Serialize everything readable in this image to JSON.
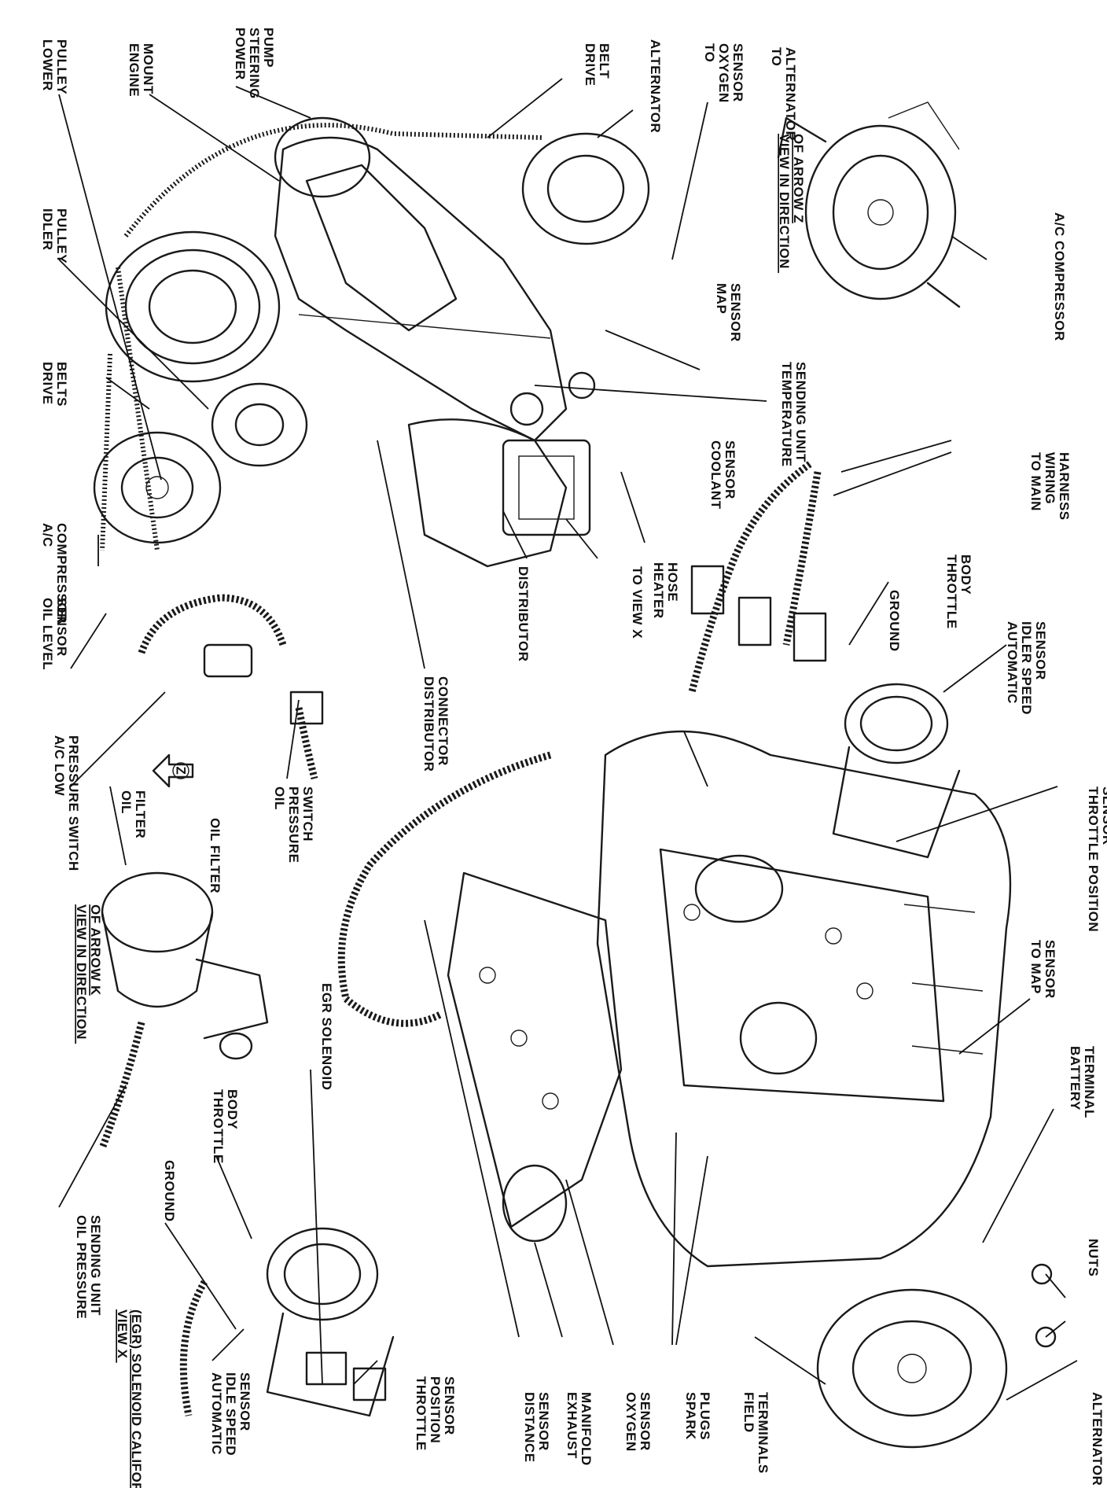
{
  "labels": {
    "power_steering_pump": [
      "POWER",
      "STEERING",
      "PUMP"
    ],
    "engine_mount": [
      "ENGINE",
      "MOUNT"
    ],
    "lower_pulley": [
      "LOWER",
      "PULLEY"
    ],
    "idler_pulley": [
      "IDLER",
      "PULLEY"
    ],
    "drive_belt": [
      "DRIVE",
      "BELT"
    ],
    "to_oxygen_sensor": [
      "TO",
      "OXYGEN",
      "SENSOR"
    ],
    "alternator_top": [
      "ALTERNATOR"
    ],
    "to_alternator": [
      "TO",
      "ALTERNATOR"
    ],
    "view_arrow_z": [
      "VIEW IN DIRECTION",
      "OF ARROW Z"
    ],
    "ac_compressor_top": [
      "A/C COMPRESSOR"
    ],
    "map_sensor": [
      "MAP",
      "SENSOR"
    ],
    "temperature_sending_unit": [
      "TEMPERATURE",
      "SENDING UNIT"
    ],
    "coolant_sensor": [
      "COOLANT",
      "SENSOR"
    ],
    "to_main_wiring_harness": [
      "TO MAIN",
      "WIRING",
      "HARNESS"
    ],
    "drive_belts": [
      "DRIVE",
      "BELTS"
    ],
    "ac_compressor_left": [
      "A/C",
      "COMPRESSOR"
    ],
    "oil_level_sensor": [
      "OIL LEVEL",
      "SENSOR"
    ],
    "distributor": [
      "DISTRIBUTOR"
    ],
    "to_view_x": [
      "TO VIEW X"
    ],
    "heater_hose": [
      "HEATER",
      "HOSE"
    ],
    "ground_top": [
      "GROUND"
    ],
    "throttle_body_top": [
      "THROTTLE",
      "BODY"
    ],
    "automatic_idle_speed_sensor_top": [
      "AUTOMATIC",
      "IDLER SPEED",
      "SENSOR"
    ],
    "ac_low_pressure_switch": [
      "A/C LOW",
      "PRESSURE SWITCH"
    ],
    "distributor_connector": [
      "DISTRIBUTOR",
      "CONNECTOR"
    ],
    "oil_pressure_switch": [
      "OIL",
      "PRESSURE",
      "SWITCH"
    ],
    "oil_filter_1": [
      "OIL FILTER"
    ],
    "oil_filter_2": [
      "OIL",
      "FILTER"
    ],
    "arrow_z_marker": "Z",
    "throttle_position_sensor_top": [
      "THROTTLE POSITION",
      "SENSOR"
    ],
    "view_arrow_k": [
      "VIEW IN DIRECTION",
      "OF ARROW K"
    ],
    "egr_solenoid": [
      "EGR SOLENOID"
    ],
    "throttle_body_bottom": [
      "THROTTLE",
      "BODY"
    ],
    "ground_bottom": [
      "GROUND"
    ],
    "oil_pressure_sending_unit": [
      "OIL PRESSURE",
      "SENDING UNIT"
    ],
    "to_map_sensor": [
      "TO MAP",
      "SENSOR"
    ],
    "battery_terminal": [
      "BATTERY",
      "TERMINAL"
    ],
    "nuts": [
      "NUTS"
    ],
    "view_x_title": [
      "VIEW X",
      "(EGR) SOLENOID CALIFORNIA"
    ],
    "automatic_idle_speed_sensor_bottom": [
      "AUTOMATIC",
      "IDLE SPEED",
      "SENSOR"
    ],
    "throttle_position_sensor_bottom": [
      "THROTTLE",
      "POSITION",
      "SENSOR"
    ],
    "distance_sensor": [
      "DISTANCE",
      "SENSOR"
    ],
    "exhaust_manifold": [
      "EXHAUST",
      "MANIFOLD"
    ],
    "oxygen_sensor": [
      "OXYGEN",
      "SENSOR"
    ],
    "spark_plugs": [
      "SPARK",
      "PLUGS"
    ],
    "field_terminals": [
      "FIELD",
      "TERMINALS"
    ],
    "alternator_bottom": [
      "ALTERNATOR"
    ]
  }
}
